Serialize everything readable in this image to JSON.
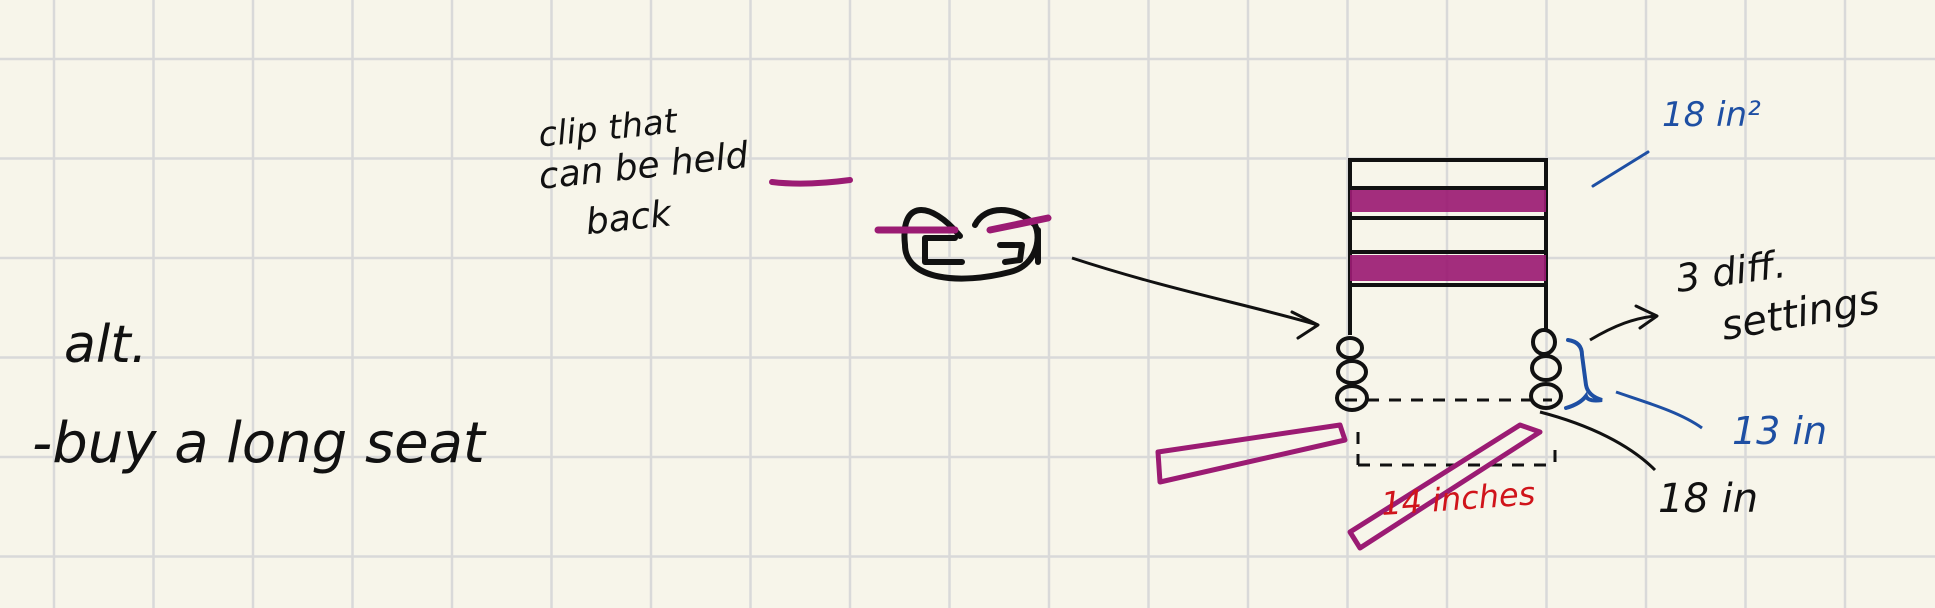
{
  "colors": {
    "paper": "#f7f5ea",
    "grid": "#d9d9d9",
    "ink_black": "#111111",
    "ink_magenta": "#9b1b73",
    "ink_blue": "#1e4fa3",
    "ink_red": "#d0141b"
  },
  "notes": {
    "clip_line1": "clip that",
    "clip_line2": "can be held",
    "clip_line3": "back",
    "alt": "alt.",
    "buy_long_seat": "-buy a long seat",
    "area": "18 in²",
    "settings_line1": "3 diff.",
    "settings_line2": "settings",
    "height_13": "13 in",
    "width_18": "18 in",
    "inches_14": "14 inches"
  }
}
